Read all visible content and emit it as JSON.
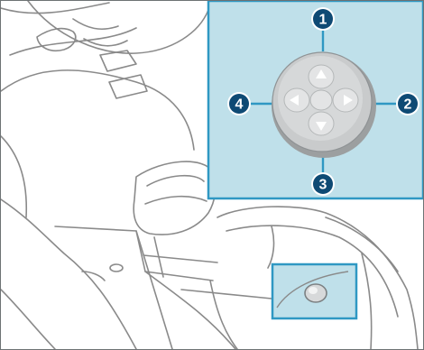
{
  "figure": {
    "colors": {
      "line_art": "#8a8a8a",
      "inset_fill": "#bfe0ea",
      "inset_border": "#2f98c3",
      "callout_fill": "#0e4a74",
      "callout_ring": "#ffffff",
      "leader_line": "#2f98c3",
      "controller_body": "#c9cbcc",
      "controller_shadow": "#9c9fa0"
    },
    "callouts": [
      {
        "id": "c1",
        "label": "1"
      },
      {
        "id": "c2",
        "label": "2"
      },
      {
        "id": "c3",
        "label": "3"
      },
      {
        "id": "c4",
        "label": "4"
      }
    ],
    "direction_arrows": [
      "up",
      "right",
      "down",
      "left"
    ]
  }
}
